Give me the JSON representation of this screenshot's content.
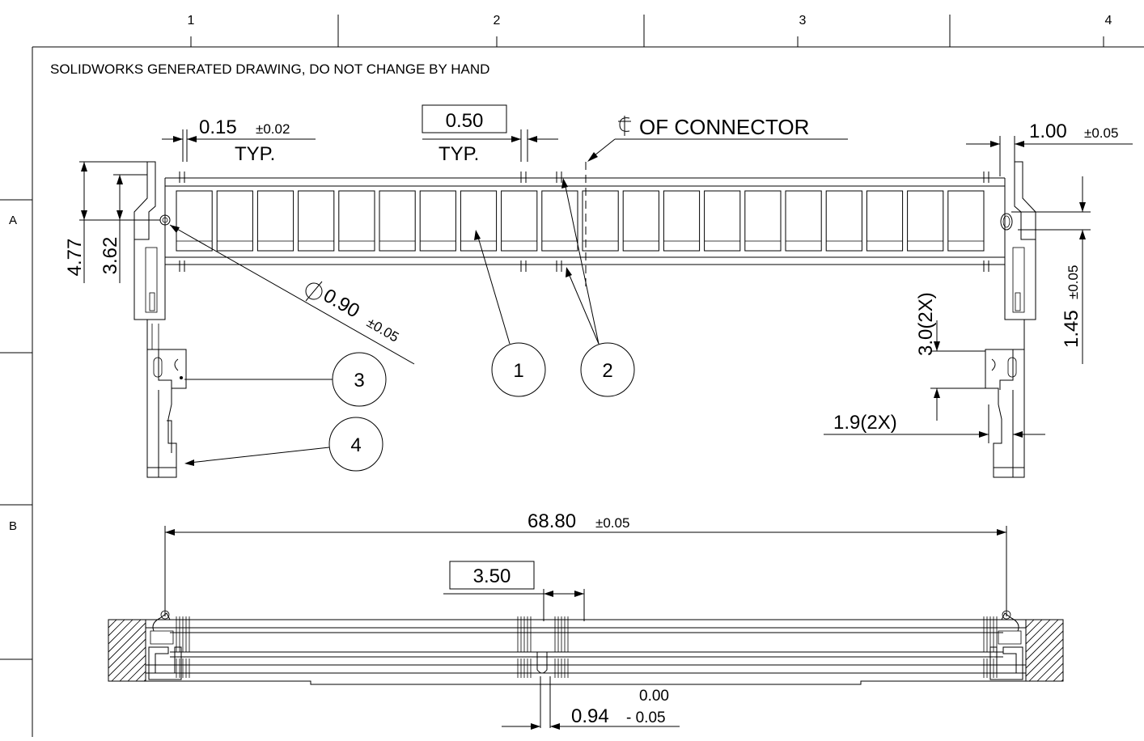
{
  "border": {
    "zones_top": [
      "1",
      "2",
      "3",
      "4"
    ],
    "zones_left": [
      "A",
      "B"
    ]
  },
  "note": "SOLIDWORKS GENERATED DRAWING, DO NOT CHANGE BY HAND",
  "dimensions": {
    "width_slot": "0.15",
    "width_slot_tol": "±0.02",
    "width_slot_note": "TYP.",
    "pitch": "0.50",
    "pitch_note": "TYP.",
    "centerline_label": "OF CONNECTOR",
    "right_offset": "1.00",
    "right_offset_tol": "±0.05",
    "height_total": "4.77",
    "height_hole": "3.62",
    "hole_dia": "0.90",
    "hole_dia_tol": "±0.05",
    "hole_offset": "1.45",
    "hole_offset_tol": "±0.05",
    "latch_spacing": "3.0(2X)",
    "latch_width": "1.9(2X)",
    "overall_length": "68.80",
    "overall_length_tol": "±0.05",
    "key_pos": "3.50",
    "key_width": "0.94",
    "key_width_tol_upper": "0.00",
    "key_width_tol_lower": "- 0.05"
  },
  "balloons": [
    "1",
    "2",
    "3",
    "4"
  ]
}
